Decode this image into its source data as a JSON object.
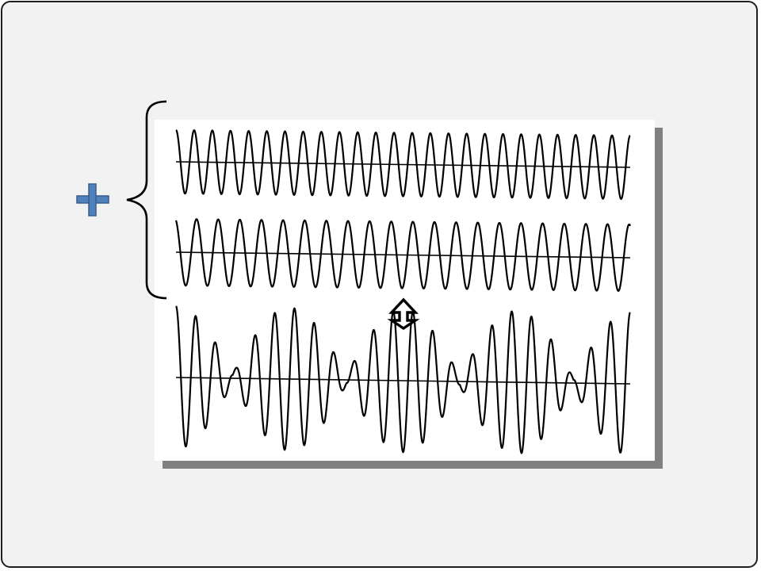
{
  "colors": {
    "background": "#f2f2f2",
    "border": "#1f1f1f",
    "figure": "#ffffff",
    "shadow": "#808080",
    "wave": "#000000",
    "plus_fill": "#4f81bd",
    "plus_stroke": "#385d8a"
  },
  "icons": {
    "plus": "plus-icon",
    "brace": "left-curly-brace",
    "arrow": "double-vertical-arrow-icon"
  },
  "waves": {
    "wave1_cycles": 25,
    "wave2_cycles": 21,
    "beat_count": 4
  }
}
